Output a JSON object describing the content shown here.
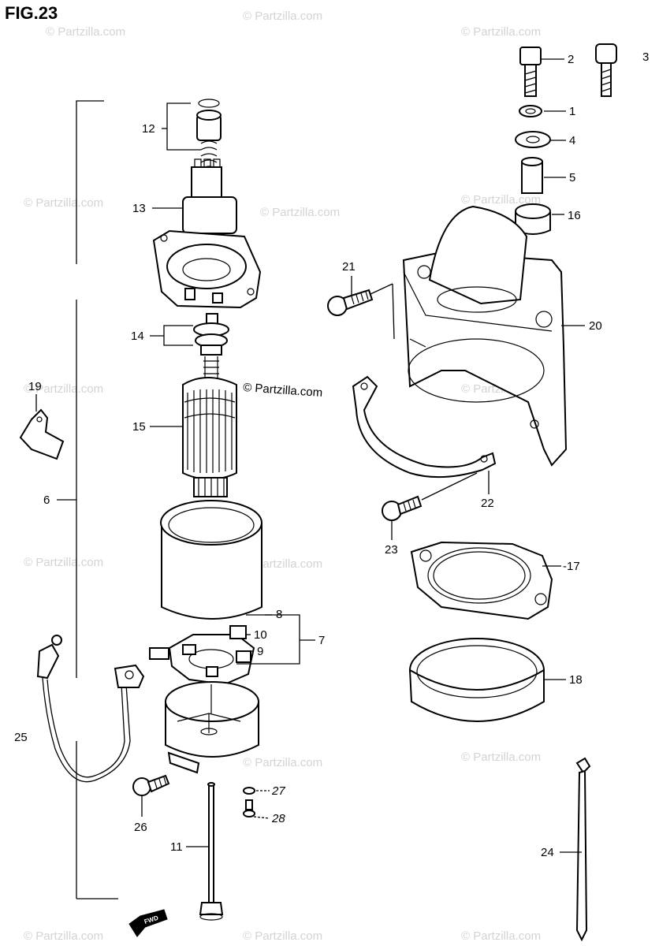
{
  "figure": {
    "title": "FIG.23"
  },
  "watermark": {
    "text": "© Partzilla.com"
  },
  "forward_marker": {
    "text": "FWD"
  },
  "callouts": [
    {
      "id": "c1",
      "label": "1"
    },
    {
      "id": "c2",
      "label": "2"
    },
    {
      "id": "c3",
      "label": "3"
    },
    {
      "id": "c4",
      "label": "4"
    },
    {
      "id": "c5",
      "label": "5"
    },
    {
      "id": "c6",
      "label": "6"
    },
    {
      "id": "c7",
      "label": "7"
    },
    {
      "id": "c8",
      "label": "8"
    },
    {
      "id": "c9",
      "label": "9"
    },
    {
      "id": "c10",
      "label": "10"
    },
    {
      "id": "c11",
      "label": "11"
    },
    {
      "id": "c12",
      "label": "12"
    },
    {
      "id": "c13",
      "label": "13"
    },
    {
      "id": "c14",
      "label": "14"
    },
    {
      "id": "c15",
      "label": "15"
    },
    {
      "id": "c16",
      "label": "16"
    },
    {
      "id": "c17",
      "label": "-17"
    },
    {
      "id": "c18",
      "label": "18"
    },
    {
      "id": "c19",
      "label": "19"
    },
    {
      "id": "c20",
      "label": "20"
    },
    {
      "id": "c21",
      "label": "21"
    },
    {
      "id": "c22",
      "label": "22"
    },
    {
      "id": "c23",
      "label": "23"
    },
    {
      "id": "c24",
      "label": "24"
    },
    {
      "id": "c25",
      "label": "25"
    },
    {
      "id": "c26",
      "label": "26"
    },
    {
      "id": "c27",
      "label": "27"
    },
    {
      "id": "c28",
      "label": "28"
    }
  ]
}
